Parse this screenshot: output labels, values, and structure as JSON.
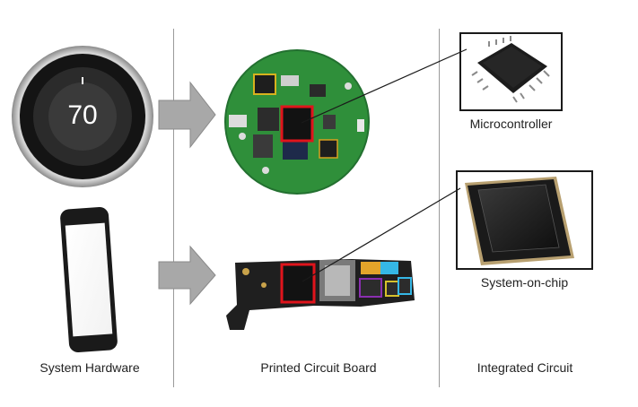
{
  "thermostat": {
    "display_value": "70"
  },
  "labels": {
    "microcontroller": "Microcontroller",
    "system_on_chip": "System-on-chip",
    "system_hardware": "System Hardware",
    "printed_circuit_board": "Printed Circuit Board",
    "integrated_circuit": "Integrated Circuit"
  },
  "colors": {
    "divider": "#9a9a9a",
    "arrow_fill": "#a8a8a8",
    "pcb_green": "#2f8f3a",
    "highlight_red": "#e0141c",
    "chip_dark": "#1c1c1c"
  },
  "icons": [
    "thermostat-icon",
    "smartphone-icon",
    "arrow-right-icon",
    "round-pcb-image",
    "phone-pcb-image",
    "microcontroller-chip-icon",
    "system-on-chip-icon"
  ]
}
